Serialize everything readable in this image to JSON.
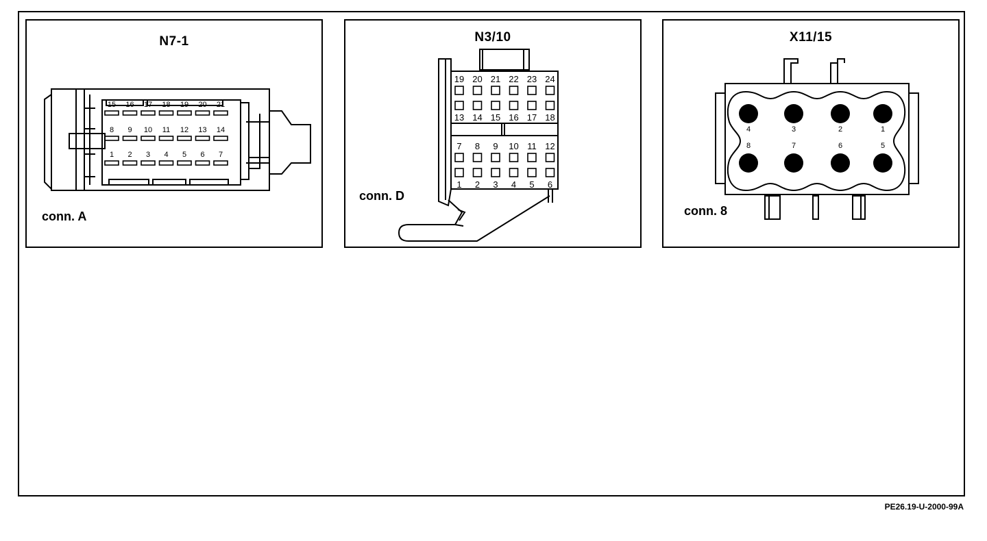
{
  "figure_code": "PE26.19-U-2000-99A",
  "panels": [
    {
      "title": "N7-1",
      "connector_label": "conn. A",
      "pin_rows": [
        [
          "15",
          "16",
          "17",
          "18",
          "19",
          "20",
          "21"
        ],
        [
          "8",
          "9",
          "10",
          "11",
          "12",
          "13",
          "14"
        ],
        [
          "1",
          "2",
          "3",
          "4",
          "5",
          "6",
          "7"
        ]
      ]
    },
    {
      "title": "N3/10",
      "connector_label": "conn. D",
      "pin_rows": [
        [
          "19",
          "20",
          "21",
          "22",
          "23",
          "24"
        ],
        [
          "13",
          "14",
          "15",
          "16",
          "17",
          "18"
        ],
        [
          "7",
          "8",
          "9",
          "10",
          "11",
          "12"
        ],
        [
          "1",
          "2",
          "3",
          "4",
          "5",
          "6"
        ]
      ]
    },
    {
      "title": "X11/15",
      "connector_label": "conn. 8",
      "pin_rows": [
        [
          "4",
          "3",
          "2",
          "1"
        ],
        [
          "8",
          "7",
          "6",
          "5"
        ]
      ]
    }
  ]
}
